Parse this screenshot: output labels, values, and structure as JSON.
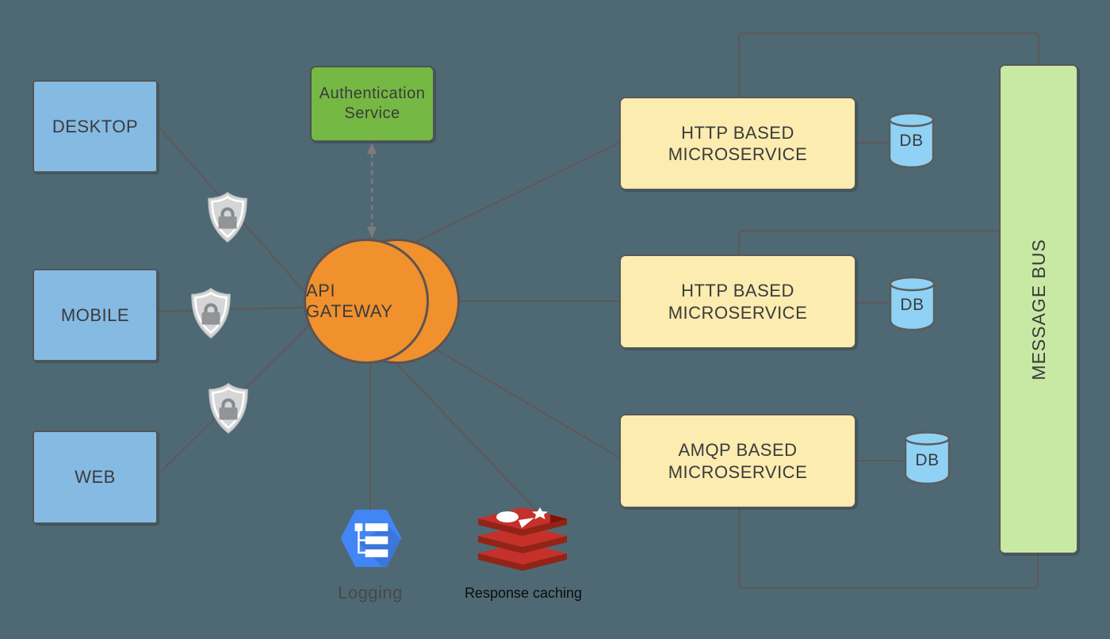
{
  "diagram": {
    "clients": [
      {
        "label": "DESKTOP"
      },
      {
        "label": "MOBILE"
      },
      {
        "label": "WEB"
      }
    ],
    "auth": {
      "label": "Authentication\nService"
    },
    "gateway": {
      "label": "API GATEWAY"
    },
    "services": [
      {
        "label": "HTTP BASED\nMICROSERVICE",
        "db": "DB"
      },
      {
        "label": "HTTP BASED\nMICROSERVICE",
        "db": "DB"
      },
      {
        "label": "AMQP BASED\nMICROSERVICE",
        "db": "DB"
      }
    ],
    "message_bus": {
      "label": "MESSAGE BUS"
    },
    "logging": {
      "label": "Logging",
      "icon": "logging-hexagon-icon"
    },
    "caching": {
      "label": "Response caching",
      "icon": "redis-icon"
    },
    "security_icons": [
      "lock-shield-icon",
      "lock-shield-icon",
      "lock-shield-icon"
    ],
    "colors": {
      "background": "#4e6973",
      "client_fill": "#85bae3",
      "auth_fill": "#75b843",
      "service_fill": "#fcecb0",
      "gateway_fill": "#f0912d",
      "db_fill": "#8fd2f4",
      "message_bus_fill": "#c8e9a4",
      "connector": "#5f5758",
      "dashed_connector": "#807a7c",
      "text": "#3b3b3d"
    }
  }
}
